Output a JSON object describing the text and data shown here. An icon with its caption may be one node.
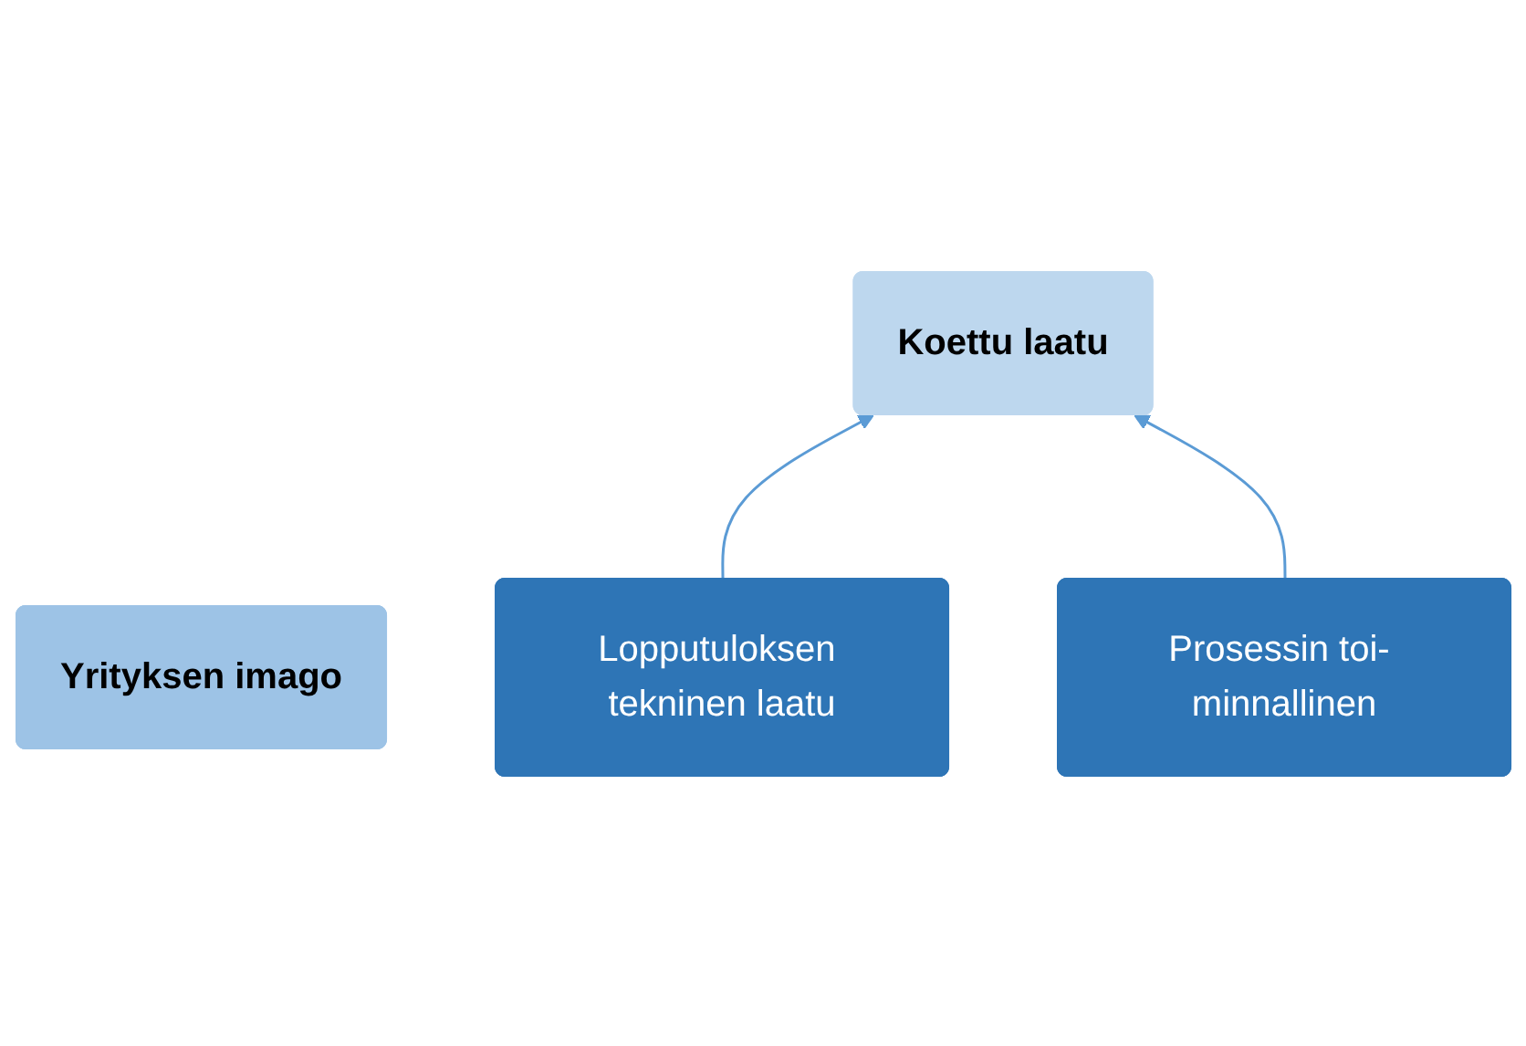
{
  "diagram": {
    "nodes": [
      {
        "text": [
          "Koettu laatu"
        ]
      },
      {
        "text": [
          "Yrityksen imago"
        ]
      },
      {
        "text": [
          "Lopputuloksen tekninen laatu"
        ]
      },
      {
        "text": [
          "Prosessin toi- minnallinen"
        ]
      }
    ],
    "edges": [
      {
        "from": 2,
        "to": 0,
        "arrow": "to"
      },
      {
        "from": 3,
        "to": 0,
        "arrow": "to"
      }
    ]
  }
}
